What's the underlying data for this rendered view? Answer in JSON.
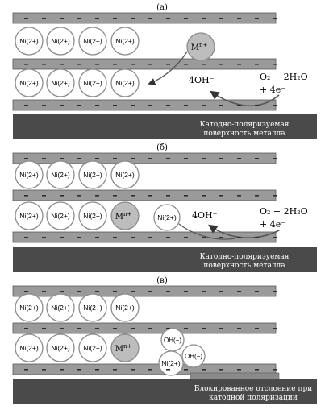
{
  "panels": [
    {
      "label": "(a)",
      "rows": [
        [
          "Ni(2+)",
          "Ni(2+)",
          "Ni(2+)",
          "Ni(2+)"
        ],
        [
          "Ni(2+)",
          "Ni(2+)",
          "Ni(2+)",
          "Ni(2+)"
        ]
      ],
      "floating_ion": "M",
      "floating_ion_sup": "n+",
      "product": "4OH⁻",
      "reaction_line1": "O₂ + 2H₂O",
      "reaction_line2": "+ 4e⁻",
      "metal_line1": "Катодно-поляризуемая",
      "metal_line2": "поверхность металла"
    },
    {
      "label": "(б)",
      "rows": [
        [
          "Ni(2+)",
          "Ni(2+)",
          "Ni(2+)",
          "Ni(2+)"
        ],
        [
          "Ni(2+)",
          "Ni(2+)",
          "Ni(2+)",
          "M"
        ]
      ],
      "exchanged_sup": "n+",
      "floating_ion": "Ni(2+)",
      "product": "4OH⁻",
      "reaction_line1": "O₂ + 2H₂O",
      "reaction_line2": "+ 4e⁻",
      "metal_line1": "Катодно-поляризуемая",
      "metal_line2": "поверхность металла"
    },
    {
      "label": "(в)",
      "rows": [
        [
          "Ni(2+)",
          "Ni(2+)",
          "Ni(2+)",
          "Ni(2+)"
        ],
        [
          "Ni(2+)",
          "Ni(2+)",
          "Ni(2+)",
          "M"
        ]
      ],
      "exchanged_sup": "n+",
      "cluster": [
        "OH(−)",
        "OH(−)",
        "Ni(2+)"
      ],
      "metal_line1": "Блокированное отслоение при",
      "metal_line2": "катодной поляризации"
    }
  ],
  "colors": {
    "metal": "#4a4a4a",
    "layer": "#9a9a9a",
    "layer_stroke": "#5a5a5a",
    "ion_fill": "#ffffff",
    "ion_stroke": "#8c8c8c",
    "exchanged_ion_fill": "#bdbdbd",
    "arrow": "#555555",
    "film": "#8a8a8a"
  }
}
